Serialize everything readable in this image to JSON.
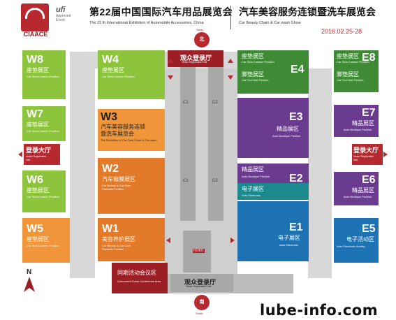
{
  "header": {
    "logo_text": "CIAACE",
    "ufi_word": "ufi",
    "ufi_sub_1": "Approved",
    "ufi_sub_2": "Event",
    "title_cn": "第22届中国国际汽车用品展览会",
    "title_en": "The 22 th International Exhibition of Automobile Accessories, China",
    "title2_cn": "汽车美容服务连锁暨洗车展览会",
    "title2_en": "Car Beauty Chain & Car wash Show",
    "date": "2016.02.25-28"
  },
  "halls": {
    "W8": {
      "code": "W8",
      "cn": "座垫展区",
      "en": "Car Seat Cushion Pavilion"
    },
    "W4": {
      "code": "W4",
      "cn": "座垫展区",
      "en": "Car Seat Cushion Pavilion"
    },
    "W7": {
      "code": "W7",
      "cn": "座垫展区",
      "en": "Car Seat Cushion Pavilion"
    },
    "W3": {
      "code": "W3",
      "cn1": "汽车美容服务连锁",
      "cn2": "暨洗车展览会",
      "en": "The Exhibition of Car Care Chain & Car wash"
    },
    "W6": {
      "code": "W6",
      "cn": "座垫展区",
      "en": "Car Seat Cushion Pavilion"
    },
    "W2": {
      "code": "W2",
      "cn": "汽车窗膜展区",
      "en1": "Car Beauty & Car Care",
      "en2": "Products Pavilion"
    },
    "W5": {
      "code": "W5",
      "cn": "座垫展区",
      "en": "Car Seat Cushion Pavilion"
    },
    "W1": {
      "code": "W1",
      "cn": "美容养护展区",
      "en1": "Car Beauty & Car Care",
      "en2": "Products Pavilion"
    },
    "E4": {
      "code": "E4",
      "cn_top": "座垫展区",
      "en_top": "Car Seat Cushion Pavilion",
      "cn_bot": "脚垫展区",
      "en_bot": "Car Foot Mat Pavilion"
    },
    "E8": {
      "code": "E8",
      "cn_top": "座垫展区",
      "en_top": "Car Seat Cushion Pavilion",
      "cn_bot": "脚垫展区",
      "en_bot": "Car Foot Mat Pavilion"
    },
    "E3": {
      "code": "E3",
      "cn": "精品展区",
      "en": "Auto Boutique Pavilion"
    },
    "E7": {
      "code": "E7",
      "cn": "精品展区",
      "en": "Auto Boutique Pavilion"
    },
    "E2": {
      "code": "E2",
      "cn_top": "精品展区",
      "en_top": "Auto Boutique Pavilion",
      "cn_bot": "电子展区",
      "en_bot": "Auto Electronic"
    },
    "E6": {
      "code": "E6",
      "cn": "精品展区",
      "en": "Auto Boutique Pavilion"
    },
    "E1": {
      "code": "E1",
      "cn": "电子展区",
      "en": "Auto Electronic"
    },
    "E5": {
      "code": "E5",
      "cn": "电子活动区",
      "en": "Auto Electronic Activity"
    }
  },
  "registration": {
    "top_cn": "观众登录厅",
    "top_en": "Visitor Registration Hall",
    "bottom_cn": "观众登录厅",
    "bottom_en": "Visitor Registration Hall",
    "left_cn": "登录大厅",
    "left_en_1": "Visitor Registration",
    "left_en_2": "Hall",
    "right_cn": "登录大厅",
    "right_en_1": "Visitor Registration",
    "right_en_2": "Hall"
  },
  "conference": {
    "cn": "同期活动会议区",
    "en": "Concurrent Event Conference Area"
  },
  "entrances": {
    "north": "北",
    "north_en": "North",
    "south": "南",
    "south_en": "South"
  },
  "corridor_labels": {
    "c1a": "C1",
    "c1b": "C1",
    "c2": "C2",
    "c2b": "C2",
    "b1": "B1B01"
  },
  "compass": {
    "label": "N"
  },
  "watermark": "lube-info.com",
  "colors": {
    "green": "#6aa82f",
    "dark_green": "#3f8a34",
    "purple": "#6b3b8f",
    "blue": "#1d72b4",
    "teal": "#1c8a8e",
    "orange": "#e27a2a",
    "dark_red": "#9b1f24",
    "accent_red": "#b8282f"
  }
}
